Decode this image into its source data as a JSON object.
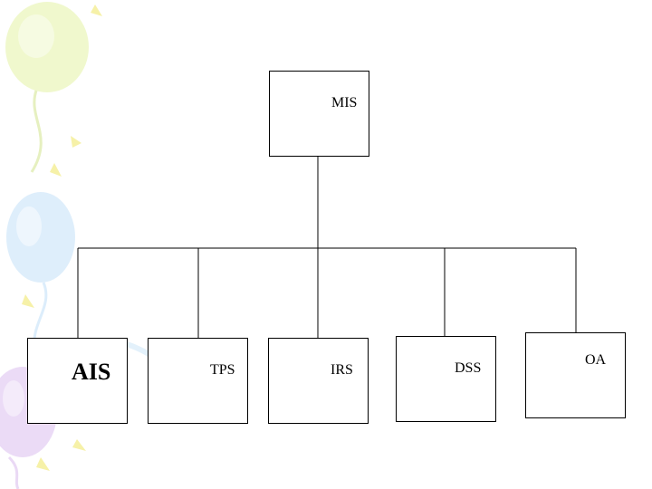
{
  "diagram": {
    "root": {
      "label": "MIS"
    },
    "children": [
      {
        "label": "AIS",
        "emphasis": true
      },
      {
        "label": "TPS",
        "emphasis": false
      },
      {
        "label": "IRS",
        "emphasis": false
      },
      {
        "label": "DSS",
        "emphasis": false
      },
      {
        "label": "OA",
        "emphasis": false
      }
    ]
  },
  "colors": {
    "box_border": "#000000",
    "line": "#000000",
    "text": "#000000"
  }
}
